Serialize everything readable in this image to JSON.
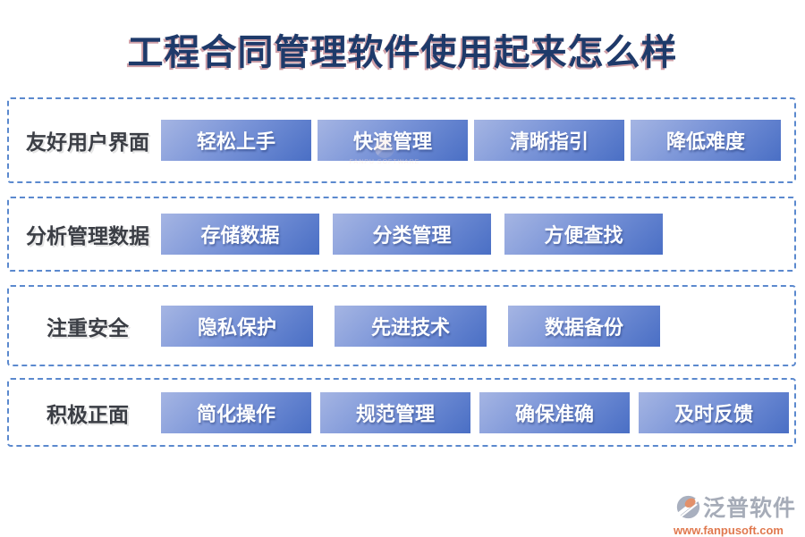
{
  "title": "工程合同管理软件使用起来怎么样",
  "rows": [
    {
      "label": "友好用户界面",
      "buttons": [
        "轻松上手",
        "快速管理",
        "清晰指引",
        "降低难度"
      ]
    },
    {
      "label": "分析管理数据",
      "buttons": [
        "存储数据",
        "分类管理",
        "方便查找"
      ]
    },
    {
      "label": "注重安全",
      "buttons": [
        "隐私保护",
        "先进技术",
        "数据备份"
      ]
    },
    {
      "label": "积极正面",
      "buttons": [
        "简化操作",
        "规范管理",
        "确保准确",
        "及时反馈"
      ]
    }
  ],
  "watermark": {
    "text": "FANPU SOFTWARE"
  },
  "footer": {
    "brand": "泛普软件",
    "url": "www.fanpusoft.com"
  },
  "colors": {
    "title_navy": "#1e3a6a",
    "dash_blue": "#5b89ce",
    "btn_light": "#a5b5e3",
    "btn_dark": "#4a6fc5",
    "label_gray": "#3b3e45",
    "brand_gray": "#a6acb8",
    "url_orange": "#e0794f"
  }
}
